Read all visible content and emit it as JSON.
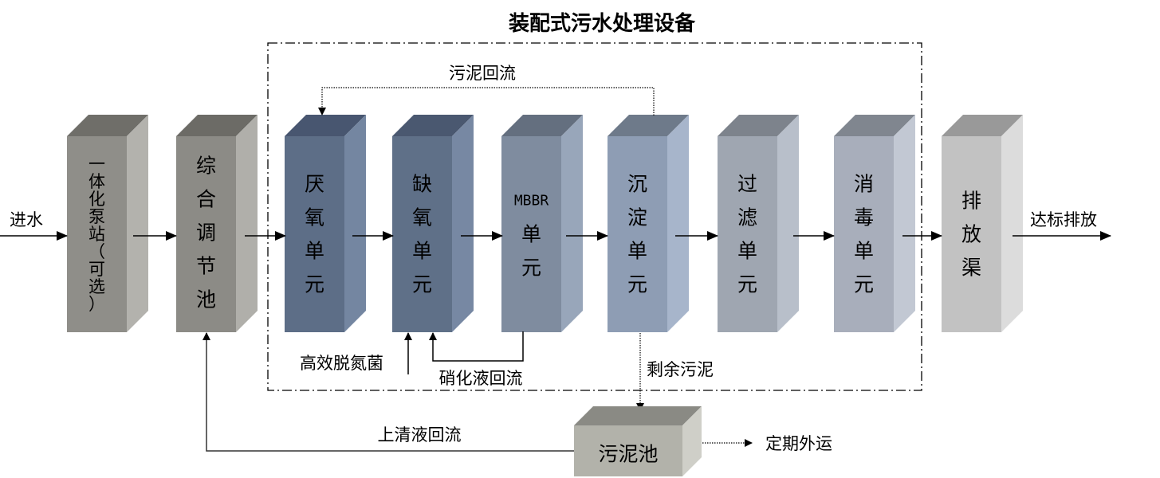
{
  "title": "装配式污水处理设备",
  "inlet_label": "进水",
  "outlet_label": "达标排放",
  "units": [
    {
      "id": "pump-station",
      "lines": [
        "一",
        "体",
        "化",
        "泵",
        "站",
        "（",
        "可",
        "选",
        "）"
      ],
      "front": "#8f8e89",
      "side": "#b3b2ad",
      "top": "#6f6e69",
      "small": true
    },
    {
      "id": "equalization-tank",
      "lines": [
        "综",
        "合",
        "调",
        "节",
        "池"
      ],
      "front": "#8c8b86",
      "side": "#b0afaa",
      "top": "#6c6b66"
    },
    {
      "id": "anaerobic-unit",
      "lines": [
        "厌",
        "氧",
        "单",
        "元"
      ],
      "front": "#5d6e87",
      "side": "#7486a1",
      "top": "#485670"
    },
    {
      "id": "anoxic-unit",
      "lines": [
        "缺",
        "氧",
        "单",
        "元"
      ],
      "front": "#5f7088",
      "side": "#7788a3",
      "top": "#4a5870"
    },
    {
      "id": "mbbr-unit",
      "lines": [
        "MBBR",
        "单",
        "元"
      ],
      "front": "#7f8c9f",
      "side": "#98a6ba",
      "top": "#646f7f"
    },
    {
      "id": "sedimentation-unit",
      "lines": [
        "沉",
        "淀",
        "单",
        "元"
      ],
      "front": "#8e9db4",
      "side": "#a7b5cb",
      "top": "#6e7a8a"
    },
    {
      "id": "filtration-unit",
      "lines": [
        "过",
        "滤",
        "单",
        "元"
      ],
      "front": "#9fa6b1",
      "side": "#b8bfca",
      "top": "#7d838c"
    },
    {
      "id": "disinfection-unit",
      "lines": [
        "消",
        "毒",
        "单",
        "元"
      ],
      "front": "#a8aebb",
      "side": "#c2c8d3",
      "top": "#80868f"
    },
    {
      "id": "discharge-channel",
      "lines": [
        "排",
        "放",
        "渠"
      ],
      "front": "#c2c2c2",
      "side": "#dcdcdc",
      "top": "#999999"
    }
  ],
  "sludge_tank": {
    "id": "sludge-tank",
    "label": "污泥池",
    "front": "#b2b2aa",
    "side": "#cfcfc8",
    "top": "#8a8a84"
  },
  "annotations": {
    "sludge_return": "污泥回流",
    "denitrifying_bacteria": "高效脱氮菌",
    "nitrification_return": "硝化液回流",
    "excess_sludge": "剩余污泥",
    "supernatant_return": "上清液回流",
    "periodic_removal": "定期外运"
  }
}
